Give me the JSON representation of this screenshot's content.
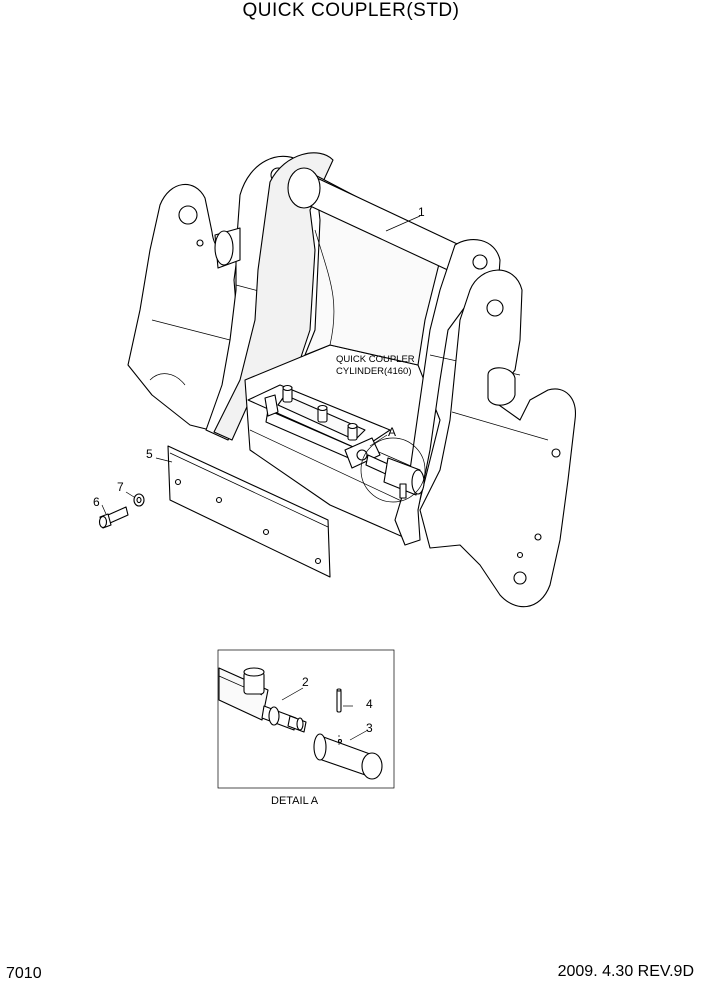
{
  "title": "QUICK COUPLER(STD)",
  "page_number": "7010",
  "revision": "2009. 4.30  REV.9D",
  "callouts": {
    "p1": "1",
    "p2": "2",
    "p3": "3",
    "p4": "4",
    "p5": "5",
    "p6": "6",
    "p7": "7",
    "detail_ref": "A"
  },
  "cylinder_note": {
    "line1": "QUICK COUPLER",
    "line2": "CYLINDER(4160)"
  },
  "detail_caption": "DETAIL A"
}
